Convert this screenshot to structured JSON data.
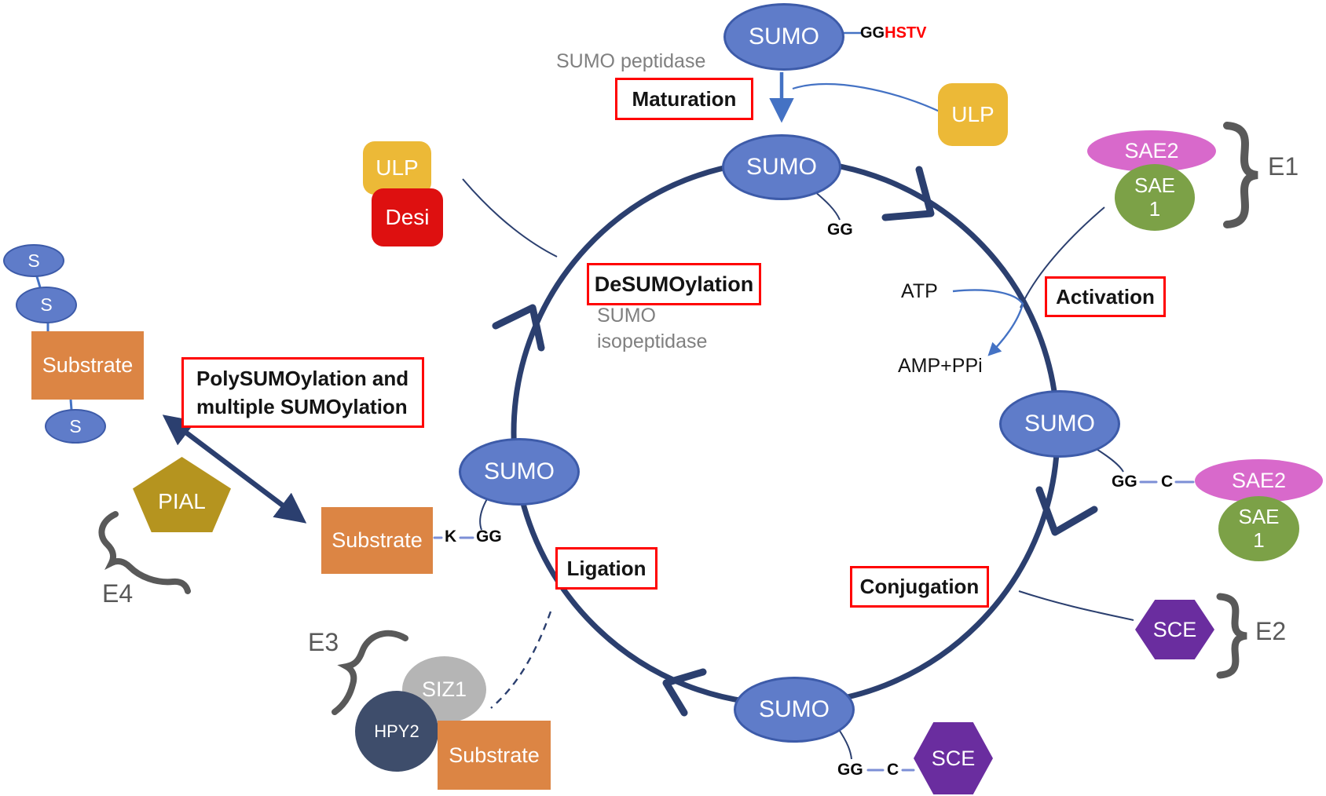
{
  "molecules": {
    "sumo": "SUMO",
    "s": "S",
    "ulp": "ULP",
    "desi": "Desi",
    "sae2": "SAE2",
    "sae1_line1": "SAE",
    "sae1_line2": "1",
    "sce": "SCE",
    "substrate": "Substrate",
    "pial": "PIAL",
    "siz1": "SIZ1",
    "hpy2": "HPY2"
  },
  "stages": {
    "maturation": "Maturation",
    "activation": "Activation",
    "conjugation": "Conjugation",
    "ligation": "Ligation",
    "desumoylation": "DeSUMOylation",
    "polysumoylation_line1": "PolySUMOylation and",
    "polysumoylation_line2": "multiple SUMOylation"
  },
  "enzymes": {
    "e1": "E1",
    "e2": "E2",
    "e3": "E3",
    "e4": "E4"
  },
  "annotations": {
    "sumo_peptidase": "SUMO peptidase",
    "isopeptidase_line1": "SUMO",
    "isopeptidase_line2": "isopeptidase",
    "atp": "ATP",
    "amp_ppi": "AMP+PPi",
    "gg_prefix": "GG",
    "hstv": "HSTV",
    "gg_mature": "GG",
    "gg_right": "GG",
    "c_right": "C",
    "gg_bottom": "GG",
    "c_bottom": "C",
    "k_left": "K",
    "gg_left": "GG"
  },
  "colors": {
    "sumo_fill": "#5F7CC9",
    "sumo_border": "#3D5BA9",
    "cycle": "#2B3F6F",
    "connector_blue": "#4472C4",
    "dash_blue": "#7C8FD6",
    "ulp": "#ECB937",
    "desi": "#DE1010",
    "sae2": "#D869CB",
    "sae1": "#7CA147",
    "sce": "#6A2D9F",
    "substrate": "#DC8544",
    "pial": "#B5941F",
    "siz1": "#B5B5B5",
    "hpy2": "#3E4D6B",
    "label_border": "#FF0000",
    "gray_text": "#808080",
    "enzyme_gray": "#595959",
    "hstv_red": "#FF0000"
  }
}
